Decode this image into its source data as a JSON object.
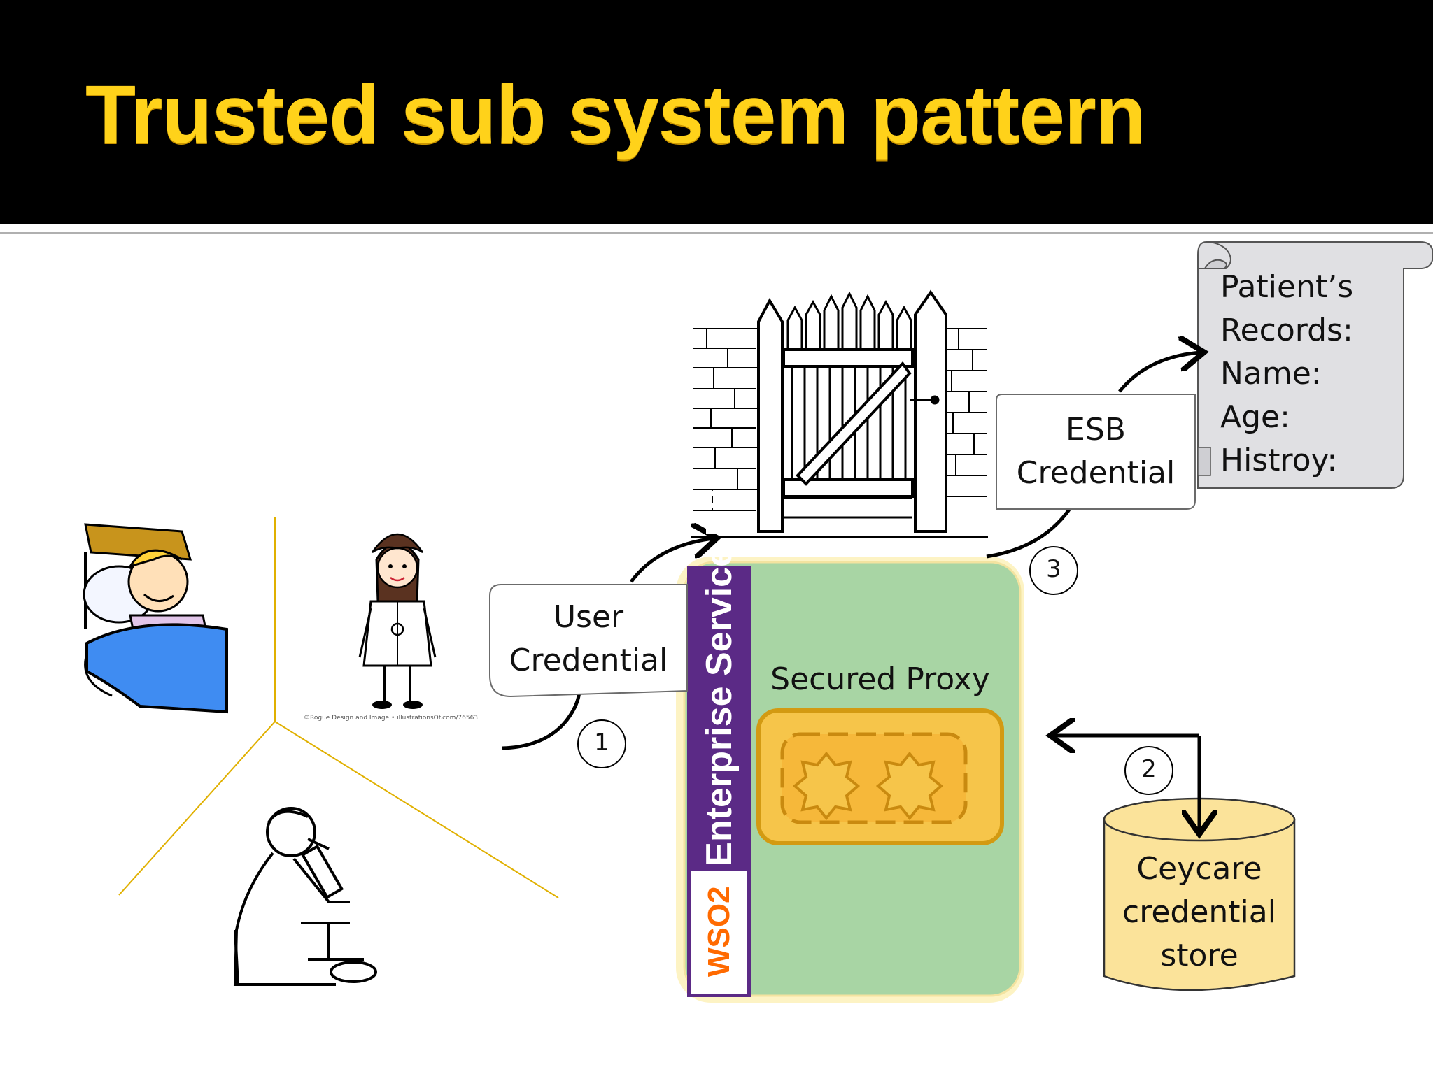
{
  "title": "Trusted sub system pattern",
  "callouts": {
    "user_credential": [
      "User",
      "Credential"
    ],
    "esb_credential": [
      "ESB",
      "Credential"
    ]
  },
  "steps": {
    "one": "1",
    "two": "2",
    "three": "3"
  },
  "proxy": {
    "label": "Secured Proxy"
  },
  "esb": {
    "band_label": "Enterprise Service Bus",
    "logo": "WSO2"
  },
  "store": {
    "lines": [
      "Ceycare",
      "credential",
      "store"
    ]
  },
  "records": {
    "lines": [
      "Patient’s",
      "Records:",
      "Name:",
      "Age:",
      "Histroy:"
    ]
  },
  "credits": "©Rogue Design and Image  •  illustrationsOf.com/76563",
  "colors": {
    "title": "#ffd21a",
    "esb_panel": "#a8d5a4",
    "esb_band": "#5b2a86",
    "proxy": "#f6c54a",
    "store": "#fbe39a",
    "scroll": "#e0e0e3",
    "divider": "#e0b000"
  },
  "icons": [
    "patient-in-bed-icon",
    "doctor-icon",
    "scientist-microscope-icon",
    "gate-icon",
    "scroll-icon",
    "database-icon"
  ]
}
